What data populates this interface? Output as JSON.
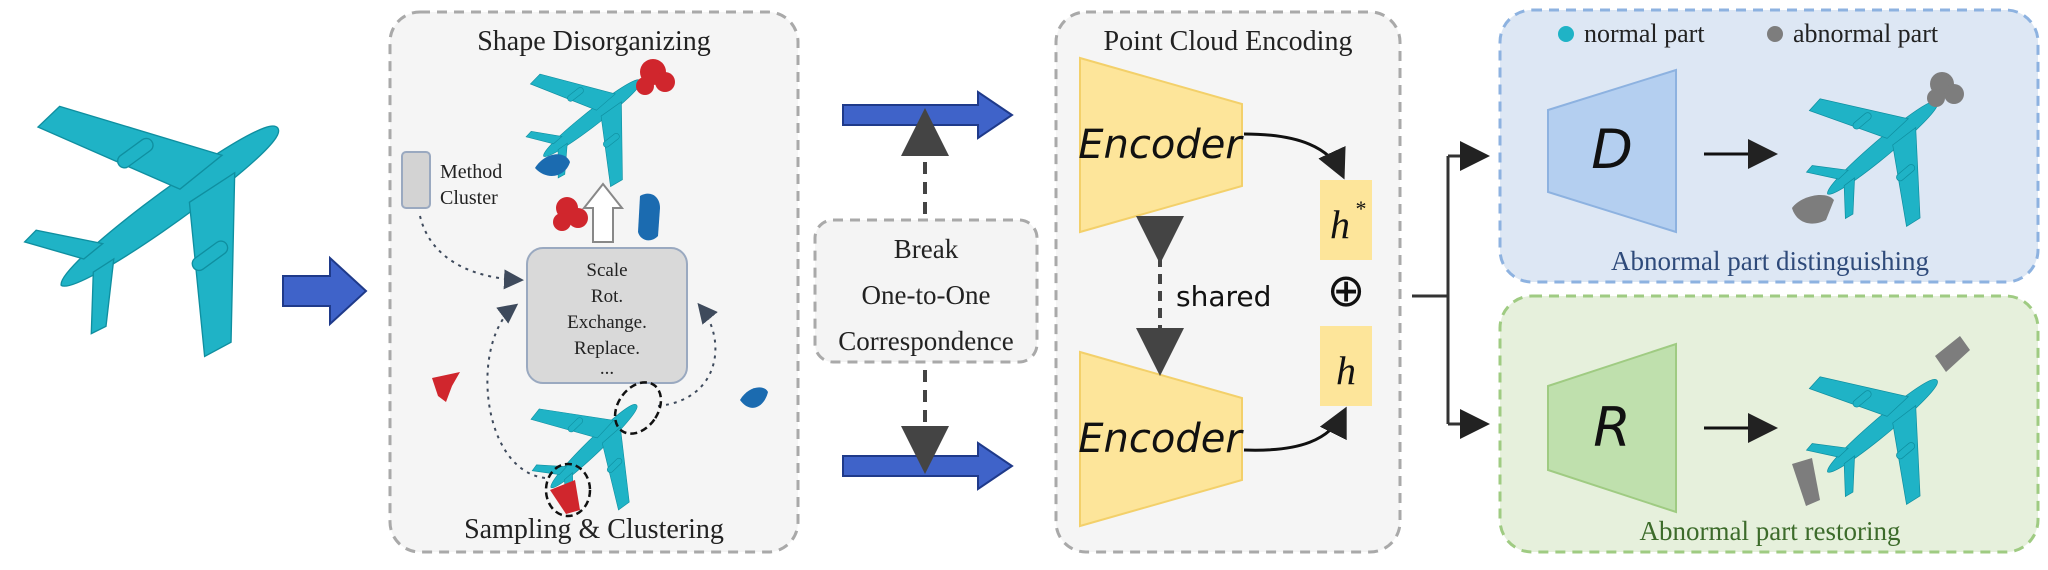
{
  "panels": {
    "shape_disorganizing": {
      "title": "Shape Disorganizing",
      "method_label_line1": "Method",
      "method_label_line2": "Cluster",
      "ops": [
        "Scale",
        "Rot.",
        "Exchange.",
        "Replace.",
        "..."
      ],
      "bottom_label": "Sampling & Clustering"
    },
    "break": {
      "line1": "Break",
      "line2": "One-to-One",
      "line3": "Correspondence"
    },
    "point_cloud_encoding": {
      "title": "Point Cloud Encoding",
      "encoder_top": "Encoder",
      "encoder_bottom": "Encoder",
      "shared_label": "shared",
      "h_star": "h",
      "h_star_sup": "*",
      "h": "h",
      "concat_symbol": "⊕"
    },
    "legend": {
      "normal": "normal part",
      "abnormal": "abnormal part"
    },
    "distinguish": {
      "module": "D",
      "caption": "Abnormal part distinguishing"
    },
    "restore": {
      "module": "R",
      "caption": "Abnormal part restoring"
    }
  },
  "colors": {
    "plane": "#1fb3c6",
    "plane_dark": "#0f8fa0",
    "abnormal_red": "#d0262d",
    "abnormal_blue": "#1b6bb0",
    "abnormal_gray": "#7d7d7d",
    "arrow_blue": "#3f63c9",
    "encoder_fill": "#fde59a",
    "distinguish_bg": "#dde7f4",
    "distinguish_border": "#8db2e0",
    "restore_bg": "#e6f0dc",
    "restore_border": "#9fcb82",
    "module_d_fill": "#b4cff0",
    "module_r_fill": "#bfe0ad",
    "caption_blue": "#2e4a7a",
    "caption_green": "#3c6b2a"
  }
}
